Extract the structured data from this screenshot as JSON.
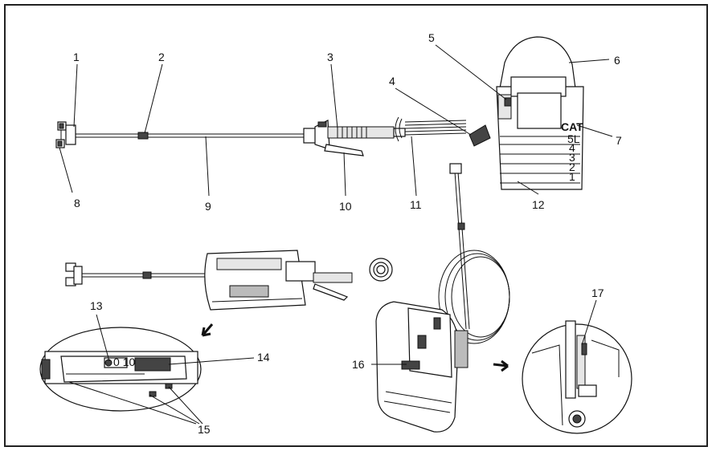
{
  "callouts": [
    "1",
    "2",
    "3",
    "4",
    "5",
    "6",
    "7",
    "8",
    "9",
    "10",
    "11",
    "12",
    "13",
    "14",
    "15",
    "16",
    "17"
  ],
  "tank_scale": [
    "5L",
    "4",
    "3",
    "2",
    "1"
  ],
  "tank_brand": "CAT",
  "gauge_text": "0 10"
}
